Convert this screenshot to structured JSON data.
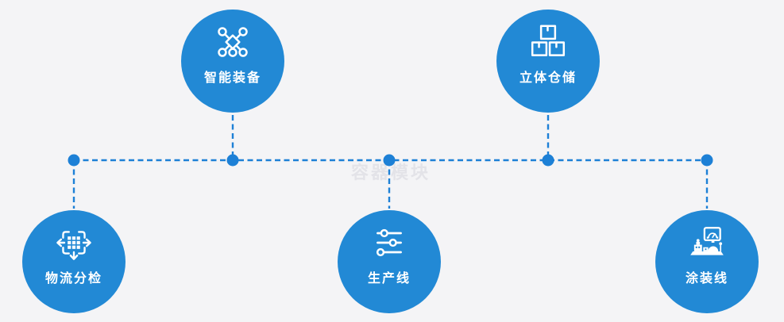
{
  "watermark": {
    "text": "容器模块"
  },
  "colors": {
    "background": "#f4f4f6",
    "circle": "#2289d5",
    "connector": "#1d80d6",
    "label": "#ffffff",
    "watermark": "#e3e3e8"
  },
  "nodes": [
    {
      "label": "智能装备",
      "icon": "network-nodes-icon"
    },
    {
      "label": "立体仓储",
      "icon": "stacked-boxes-icon"
    },
    {
      "label": "物流分检",
      "icon": "move-sort-icon"
    },
    {
      "label": "生产线",
      "icon": "sliders-icon"
    },
    {
      "label": "涂装线",
      "icon": "control-station-icon"
    }
  ]
}
